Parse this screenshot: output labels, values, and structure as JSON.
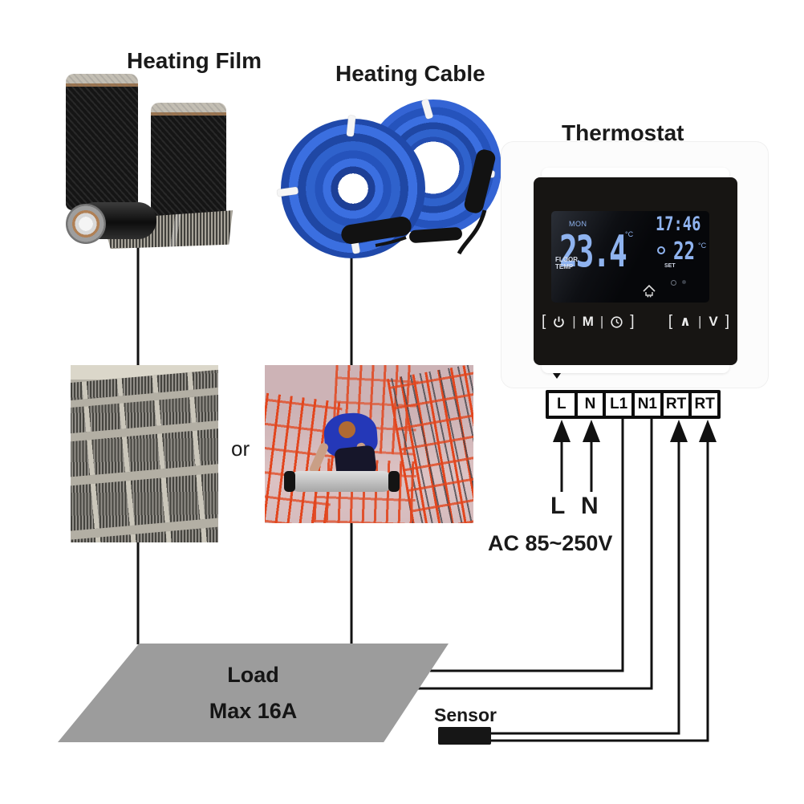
{
  "labels": {
    "heating_film": "Heating Film",
    "heating_cable": "Heating Cable",
    "thermostat": "Thermostat",
    "or": "or",
    "line_l": "L",
    "line_n": "N",
    "ac_rating": "AC 85~250V",
    "sensor": "Sensor",
    "load_title": "Load",
    "load_max": "Max 16A"
  },
  "terminals": {
    "labels": [
      "L",
      "N",
      "L1",
      "N1",
      "RT",
      "RT"
    ]
  },
  "thermostat_display": {
    "day": "MON",
    "floor_line1": "FLOOR",
    "floor_line2": "TEMP",
    "current_temp": "23.4",
    "current_unit": "°C",
    "time": "17:46",
    "set_label": "SET",
    "set_temp": "22",
    "set_unit": "°C"
  },
  "thermostat_buttons": {
    "bracket_open": "[",
    "bracket_close": "]",
    "divider": "|",
    "mode": "M",
    "up": "∧",
    "down": "V"
  },
  "icons": {
    "power": "power-icon",
    "clock": "clock-icon",
    "home": "home-icon"
  },
  "colors": {
    "digit_blue": "#8fb3ef",
    "display_black": "#06070a",
    "device_black": "#171513",
    "wire_black": "#111111",
    "load_gray": "#9c9c9c",
    "cable_blue": "#2f62cc",
    "mat_red": "#e2461e",
    "floor_pink": "#dcc2c3"
  }
}
